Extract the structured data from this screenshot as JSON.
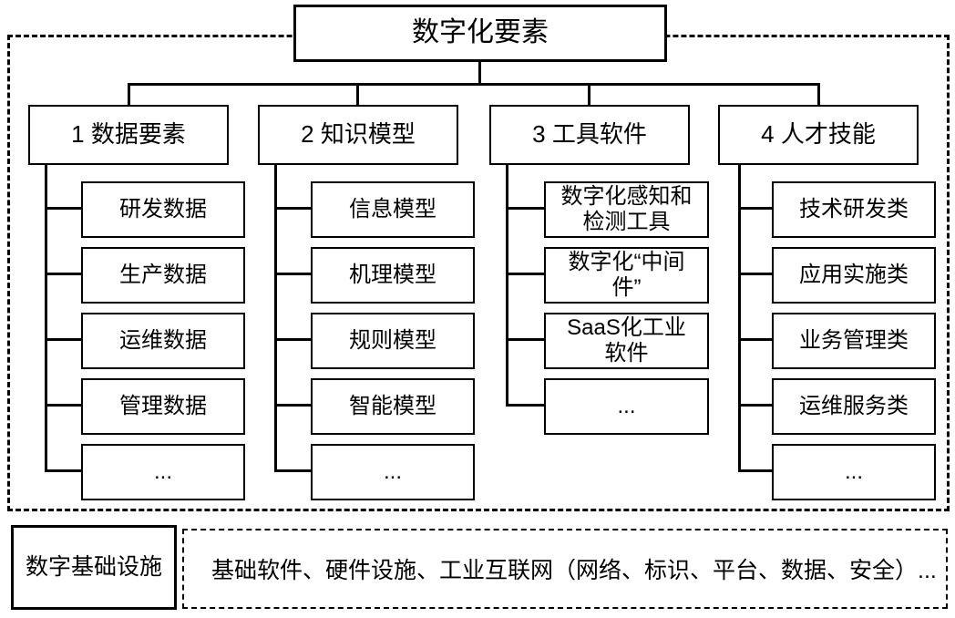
{
  "tree": {
    "root": "数字化要素",
    "columns": [
      {
        "label": "1 数据要素",
        "children": [
          "研发数据",
          "生产数据",
          "运维数据",
          "管理数据",
          "..."
        ]
      },
      {
        "label": "2 知识模型",
        "children": [
          "信息模型",
          "机理模型",
          "规则模型",
          "智能模型",
          "..."
        ]
      },
      {
        "label": "3 工具软件",
        "children": [
          "数字化感知和\n检测工具",
          "数字化“中间\n件”",
          "SaaS化工业\n软件",
          "..."
        ]
      },
      {
        "label": "4 人才技能",
        "children": [
          "技术研发类",
          "应用实施类",
          "业务管理类",
          "运维服务类",
          "..."
        ]
      }
    ]
  },
  "infrastructure": {
    "label": "数字基础设施",
    "content": "基础软件、硬件设施、工业互联网（网络、标识、平台、数据、安全）..."
  },
  "colors": {
    "line": "#000000",
    "background": "#ffffff"
  }
}
